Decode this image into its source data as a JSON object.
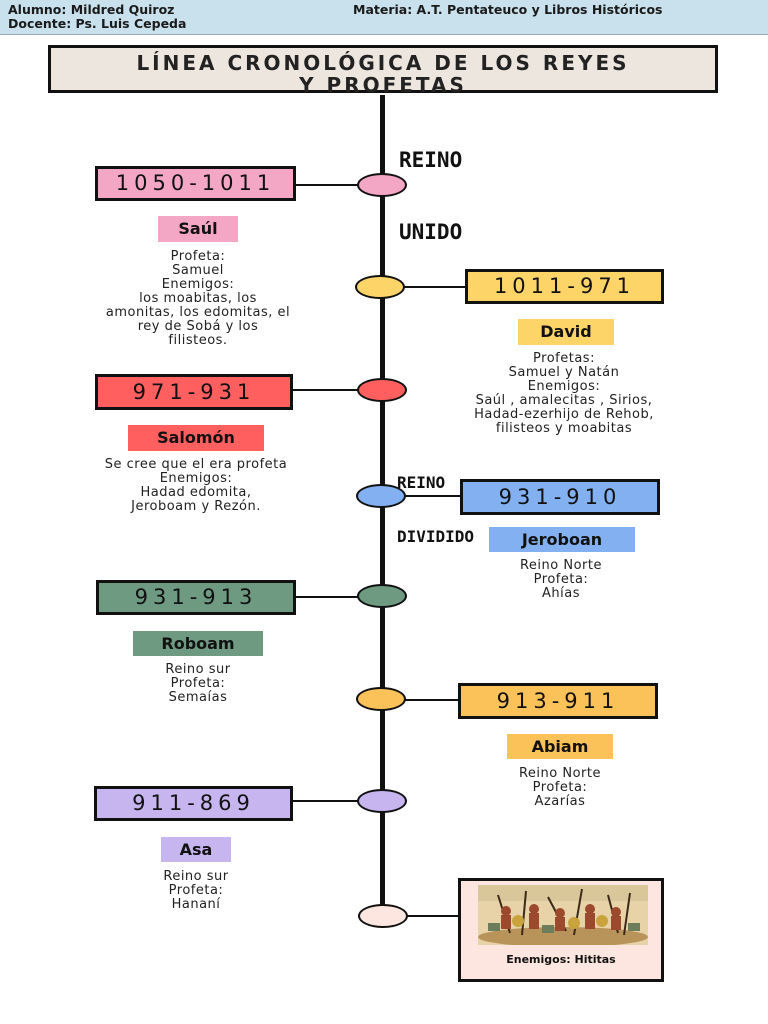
{
  "header": {
    "alumno": "Alumno: Mildred Quiroz",
    "docente": "Docente: Ps. Luis Cepeda",
    "materia": "Materia: A.T. Pentateuco y Libros Históricos"
  },
  "title": [
    "LÍNEA CRONOLÓGICA DE LOS REYES",
    "Y PROFETAS"
  ],
  "sections": {
    "united": [
      "REINO",
      "UNIDO"
    ],
    "divided": [
      "REINO",
      "DIVIDIDO"
    ]
  },
  "kings": [
    {
      "date": "1050-1011",
      "name": "Saúl",
      "color": "#f4a7c4",
      "lines": [
        "Profeta:",
        "Samuel",
        "Enemigos:",
        "los moabitas, los",
        "amonitas, los edomitas, el",
        "rey de Sobá y los",
        "filisteos."
      ]
    },
    {
      "date": "1011-971",
      "name": "David",
      "color": "#fcd468",
      "lines": [
        "Profetas:",
        "Samuel y Natán",
        "Enemigos:",
        "Saúl , amalecitas , Sirios,",
        "Hadad-ezerhijo de Rehob,",
        "filisteos y moabitas"
      ]
    },
    {
      "date": "971-931",
      "name": "Salomón",
      "color": "#ff5f5f",
      "lines": [
        "Se cree que el era profeta",
        "Enemigos:",
        "Hadad edomita,",
        "Jeroboam y Rezón."
      ]
    },
    {
      "date": "931-910",
      "name": "Jeroboan",
      "color": "#83b0f0",
      "lines": [
        "Reino Norte",
        "Profeta:",
        "Ahías"
      ]
    },
    {
      "date": "931-913",
      "name": "Roboam",
      "color": "#6e9a82",
      "lines": [
        "Reino sur",
        "Profeta:",
        "Semaías"
      ]
    },
    {
      "date": "913-911",
      "name": "Abiam",
      "color": "#fcc25a",
      "lines": [
        "Reino Norte",
        "Profeta:",
        "Azarías"
      ]
    },
    {
      "date": "911-869",
      "name": "Asa",
      "color": "#c6b5ef",
      "lines": [
        "Reino sur",
        "Profeta:",
        "Hananí"
      ]
    }
  ],
  "last_circle_color": "#fde6df",
  "enemies_caption": "Enemigos: Hititas"
}
